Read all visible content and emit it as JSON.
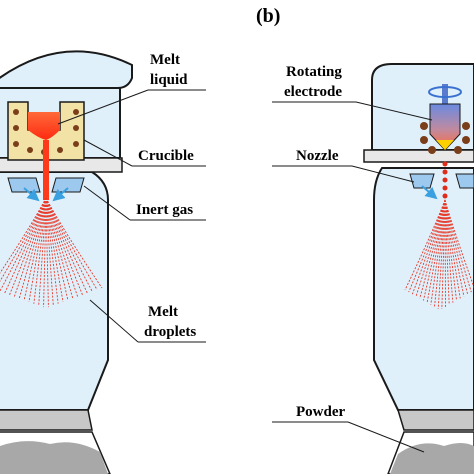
{
  "panels": [
    {
      "letter": "(b)"
    }
  ],
  "labels_left": {
    "melt_line1": "Melt",
    "melt_line2": "liquid",
    "crucible": "Crucible",
    "inert_gas": "Inert gas",
    "droplets_line1": "Melt",
    "droplets_line2": "droplets"
  },
  "labels_right": {
    "electrode_line1": "Rotating",
    "electrode_line2": "electrode",
    "nozzle": "Nozzle",
    "powder": "Powder"
  },
  "colors": {
    "vessel_fill": "#dff0fb",
    "vessel_stroke": "#1a1a1a",
    "crucible_fill": "#f3e2a6",
    "melt": "#ff3a1a",
    "spray": "#e83a2a",
    "gas_arrow": "#3aa0e0",
    "powder": "#9a9a9a",
    "electrode_dot": "#7a3e1a",
    "electrode_tip": "#ffd000"
  },
  "icons": {
    "rotation": "rotation-arrow-icon",
    "gas": "gas-jet-arrow-icon"
  }
}
